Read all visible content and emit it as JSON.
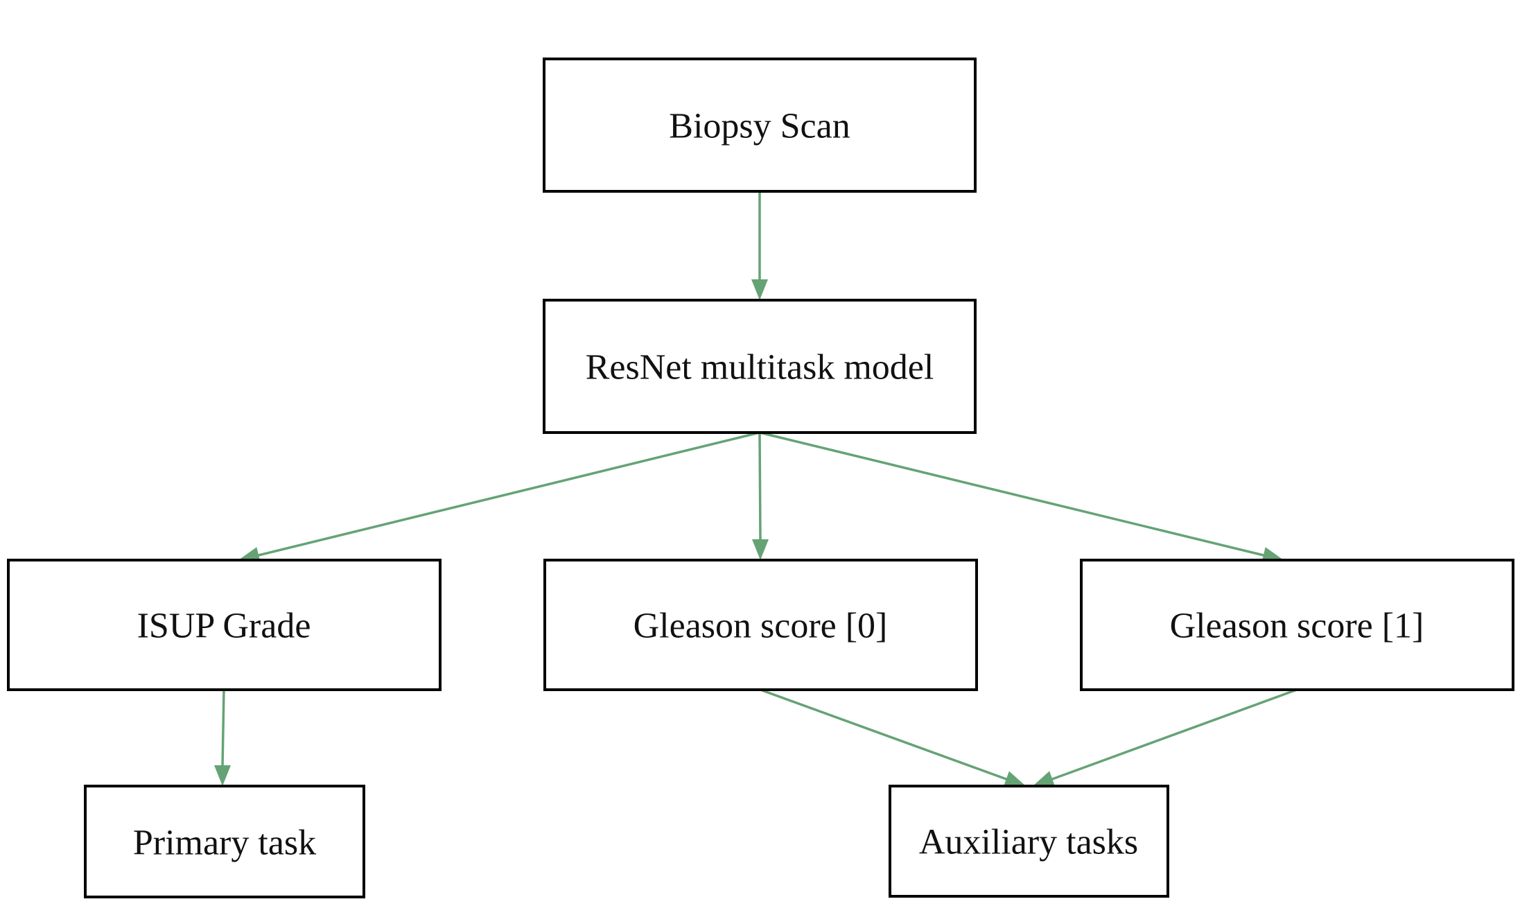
{
  "diagram": {
    "type": "flowchart",
    "nodes": {
      "biopsy": {
        "label": "Biopsy Scan"
      },
      "resnet": {
        "label": "ResNet multitask model"
      },
      "isup": {
        "label": "ISUP Grade"
      },
      "gleason0": {
        "label": "Gleason score [0]"
      },
      "gleason1": {
        "label": "Gleason score [1]"
      },
      "primary": {
        "label": "Primary task"
      },
      "auxiliary": {
        "label": "Auxiliary tasks"
      }
    },
    "edges": [
      {
        "from": "biopsy",
        "to": "resnet"
      },
      {
        "from": "resnet",
        "to": "isup"
      },
      {
        "from": "resnet",
        "to": "gleason0"
      },
      {
        "from": "resnet",
        "to": "gleason1"
      },
      {
        "from": "isup",
        "to": "primary"
      },
      {
        "from": "gleason0",
        "to": "auxiliary"
      },
      {
        "from": "gleason1",
        "to": "auxiliary"
      }
    ],
    "colors": {
      "arrow": "#65a375",
      "box_border": "#000000",
      "box_fill": "#ffffff",
      "text": "#111111",
      "background": "#ffffff"
    }
  }
}
